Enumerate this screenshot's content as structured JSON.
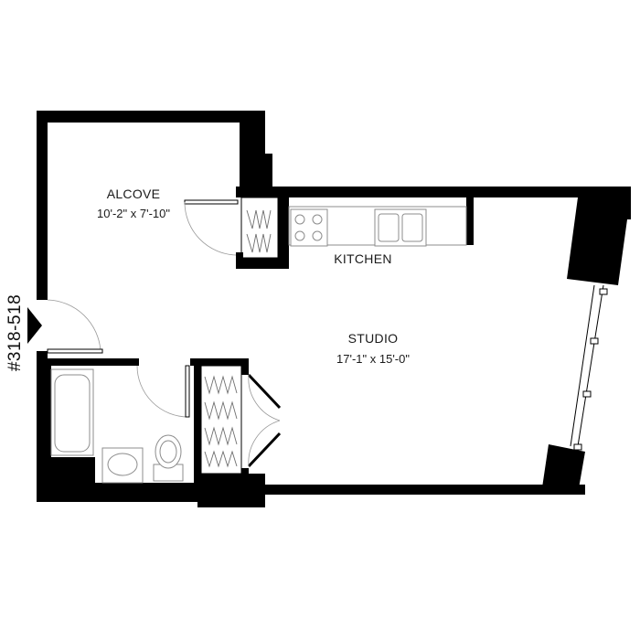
{
  "unit": {
    "number": "#318-518"
  },
  "rooms": {
    "alcove": {
      "name": "ALCOVE",
      "dimensions": "10'-2\" x 7'-10\""
    },
    "kitchen": {
      "name": "KITCHEN"
    },
    "studio": {
      "name": "STUDIO",
      "dimensions": "17'-1\" x 15'-0\""
    }
  },
  "colors": {
    "walls": "#000000",
    "background": "#ffffff",
    "fixtures": "#8c8c8c"
  }
}
